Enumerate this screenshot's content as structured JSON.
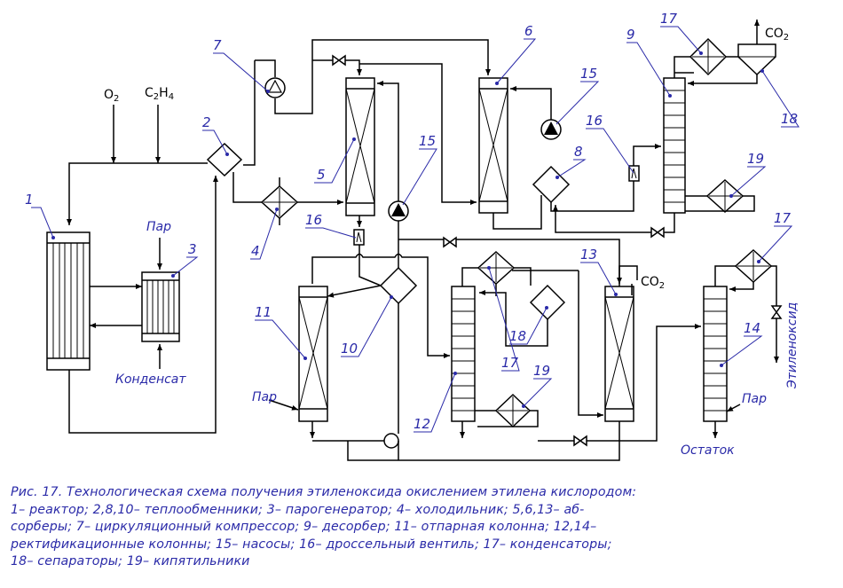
{
  "diagram": {
    "equipment_numbers": {
      "n1": "1",
      "n2": "2",
      "n3": "3",
      "n4": "4",
      "n5": "5",
      "n6": "6",
      "n7": "7",
      "n8": "8",
      "n9": "9",
      "n10": "10",
      "n11": "11",
      "n12": "12",
      "n13": "13",
      "n14": "14",
      "n15a": "15",
      "n15b": "15",
      "n16a": "16",
      "n16b": "16",
      "n17a": "17",
      "n17b": "17",
      "n17c": "17",
      "n18a": "18",
      "n18b": "18",
      "n19a": "19",
      "n19b": "19"
    },
    "streams": {
      "o2": "O",
      "o2_sub": "2",
      "c2h4_c": "C",
      "c2h4_sub1": "2",
      "c2h4_h": "H",
      "c2h4_sub2": "4",
      "co2_top_c": "CO",
      "co2_top_sub": "2",
      "co2_mid_c": "CO",
      "co2_mid_sub": "2",
      "steam_3": "Пар",
      "condensate": "Конденсат",
      "steam_11": "Пар",
      "steam_14": "Пар",
      "ethylene_oxide": "Этиленоксид",
      "residue": "Остаток"
    }
  },
  "caption": {
    "line1": "Рис. 17.  Технологическая схема получения этиленоксида окислением этилена кислородом:",
    "line2": "1– реактор; 2,8,10– теплообменники; 3– парогенератор; 4– холодильник; 5,6,13– аб-",
    "line3": "сорберы; 7– циркуляционный компрессор; 9– десорбер; 11– отпарная колонна; 12,14–",
    "line4": "ректификационные колонны; 15– насосы; 16– дроссельный вентиль; 17– конденсаторы;",
    "line5": "18– сепараторы; 19– кипятильники"
  }
}
